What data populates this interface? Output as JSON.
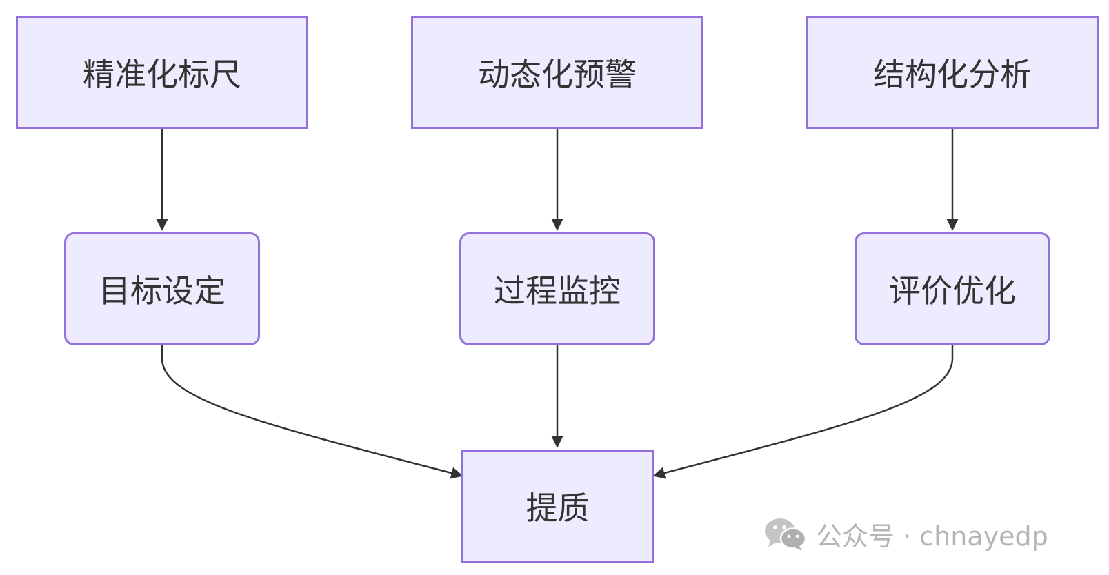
{
  "colors": {
    "node_fill": "#ececfe",
    "node_border": "#9370db",
    "edge": "#333333",
    "text": "#333333",
    "watermark": "#b5b5b5"
  },
  "top_row": {
    "n1": "精准化标尺",
    "n2": "动态化预警",
    "n3": "结构化分析"
  },
  "middle_row": {
    "n1": "目标设定",
    "n2": "过程监控",
    "n3": "评价优化"
  },
  "bottom": {
    "n1": "提质"
  },
  "edges": [
    {
      "from": "精准化标尺",
      "to": "目标设定"
    },
    {
      "from": "动态化预警",
      "to": "过程监控"
    },
    {
      "from": "结构化分析",
      "to": "评价优化"
    },
    {
      "from": "目标设定",
      "to": "提质"
    },
    {
      "from": "过程监控",
      "to": "提质"
    },
    {
      "from": "评价优化",
      "to": "提质"
    }
  ],
  "watermark": {
    "icon": "wechat-icon",
    "text": "公众号 · chnayedp"
  }
}
